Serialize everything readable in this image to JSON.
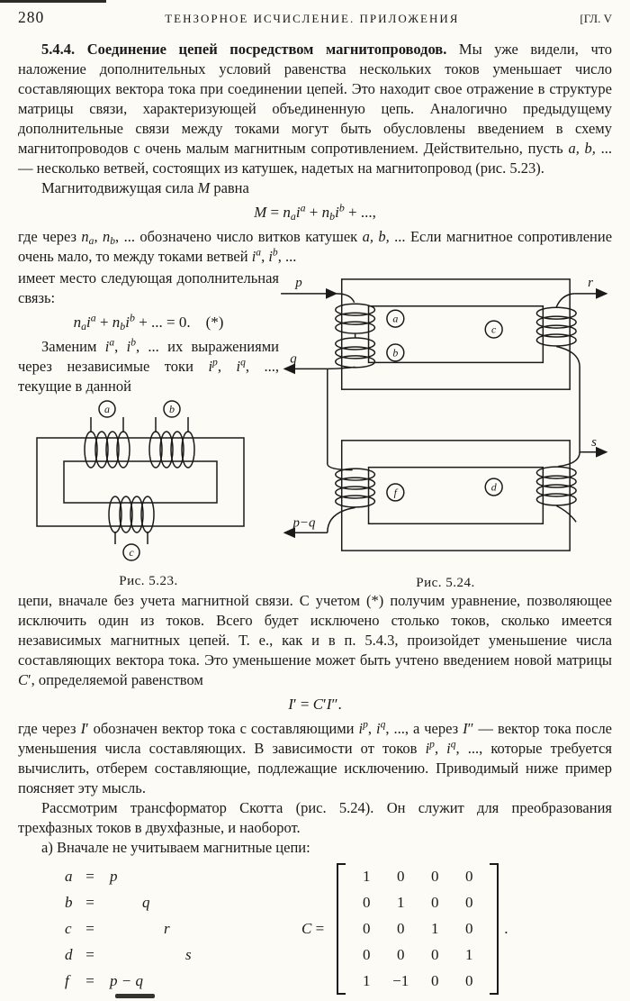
{
  "colors": {
    "paper": "#fcfbf5",
    "ink": "#1a1a1a"
  },
  "page": {
    "number": "280",
    "running_title": "ТЕНЗОРНОЕ ИСЧИСЛЕНИЕ. ПРИЛОЖЕНИЯ",
    "chapter": "[ГЛ. V"
  },
  "paragraphs": {
    "p1": [
      {
        "s": "5.4.4. Соединение цепей посредством магнитопроводов.",
        "f": "b"
      },
      {
        "s": " Мы уже видели, что наложение дополнительных условий равенства нескольких токов уменьшает число составляющих вектора тока при соединении цепей. Это находит свое отражение в структуре матрицы связи, характеризующей объединенную цепь. Аналогично предыдущему дополнительные связи между токами могут быть обусловлены введением в схему магнитопроводов с очень малым магнитным сопротивлением. Действительно, пусть "
      },
      {
        "s": "a, b,",
        "f": "i"
      },
      {
        "s": " ... — несколько ветвей, состоящих из катушек, надетых на магнитопровод (рис. 5.23)."
      }
    ],
    "p2": [
      {
        "s": "Магнитодвижущая сила "
      },
      {
        "s": "М",
        "f": "i"
      },
      {
        "s": " равна"
      }
    ],
    "p3": [
      {
        "s": "где через "
      },
      {
        "s": "n",
        "f": "i"
      },
      {
        "s": "a",
        "f": "i_"
      },
      {
        "s": ", "
      },
      {
        "s": "n",
        "f": "i"
      },
      {
        "s": "b",
        "f": "i_"
      },
      {
        "s": ", ... обозначено число витков катушек "
      },
      {
        "s": "a, b,",
        "f": "i"
      },
      {
        "s": " ... Если магнитное сопротивление очень мало, то между токами ветвей "
      },
      {
        "s": "i",
        "f": "i"
      },
      {
        "s": "a",
        "f": "i^"
      },
      {
        "s": ", "
      },
      {
        "s": "i",
        "f": "i"
      },
      {
        "s": "b",
        "f": "i^"
      },
      {
        "s": ", ..."
      }
    ],
    "p3b": [
      {
        "s": "имеет место следующая дополнительная связь:"
      }
    ],
    "p4": [
      {
        "s": "Заменим "
      },
      {
        "s": "i",
        "f": "i"
      },
      {
        "s": "a",
        "f": "i^"
      },
      {
        "s": ", "
      },
      {
        "s": "i",
        "f": "i"
      },
      {
        "s": "b",
        "f": "i^"
      },
      {
        "s": ", ... их выражениями через независимые токи "
      },
      {
        "s": "i",
        "f": "i"
      },
      {
        "s": "p",
        "f": "i^"
      },
      {
        "s": ", "
      },
      {
        "s": "i",
        "f": "i"
      },
      {
        "s": "q",
        "f": "i^"
      },
      {
        "s": ", ..., текущие в данной"
      }
    ],
    "p5": [
      {
        "s": "цепи, вначале без учета магнитной связи. С учетом (*) получим уравнение, позволяющее исключить один из токов. Всего будет исключено столько токов, сколько имеется независимых магнитных цепей. Т. е., как и в п. 5.4.3, произойдет уменьшение числа составляющих вектора тока. Это уменьшение может быть учтено введением новой матрицы "
      },
      {
        "s": "C",
        "f": "i"
      },
      {
        "s": "′, определяемой равенством"
      }
    ],
    "p6": [
      {
        "s": "где через "
      },
      {
        "s": "I",
        "f": "i"
      },
      {
        "s": "′ обозначен вектор тока с составляющими "
      },
      {
        "s": "i",
        "f": "i"
      },
      {
        "s": "p",
        "f": "i^"
      },
      {
        "s": ", "
      },
      {
        "s": "i",
        "f": "i"
      },
      {
        "s": "q",
        "f": "i^"
      },
      {
        "s": ", ..., а через "
      },
      {
        "s": "I",
        "f": "i"
      },
      {
        "s": "″ — вектор тока после уменьшения числа составляющих. В зависимости от токов "
      },
      {
        "s": "i",
        "f": "i"
      },
      {
        "s": "p",
        "f": "i^"
      },
      {
        "s": ", "
      },
      {
        "s": "i",
        "f": "i"
      },
      {
        "s": "q",
        "f": "i^"
      },
      {
        "s": ", ..., которые требуется вычислить, отберем составляющие, подлежащие исключению. Приводимый ниже пример поясняет эту мысль."
      }
    ],
    "p7": [
      {
        "s": "Рассмотрим трансформатор Скотта (рис. 5.24). Он служит для преобразования трехфазных токов в двухфазные, и наоборот."
      }
    ],
    "p8": [
      {
        "s": "а) Вначале не учитываем магнитные цепи:"
      }
    ]
  },
  "equations": {
    "mmf": [
      {
        "s": "M",
        "f": "i"
      },
      {
        "s": " = "
      },
      {
        "s": "n",
        "f": "i"
      },
      {
        "s": "a",
        "f": "i_"
      },
      {
        "s": "i",
        "f": "i"
      },
      {
        "s": "a",
        "f": "i^"
      },
      {
        "s": " + "
      },
      {
        "s": "n",
        "f": "i"
      },
      {
        "s": "b",
        "f": "i_"
      },
      {
        "s": "i",
        "f": "i"
      },
      {
        "s": "b",
        "f": "i^"
      },
      {
        "s": " + ...,"
      }
    ],
    "constraint": [
      {
        "s": "n",
        "f": "i"
      },
      {
        "s": "a",
        "f": "i_"
      },
      {
        "s": "i",
        "f": "i"
      },
      {
        "s": "a",
        "f": "i^"
      },
      {
        "s": " + "
      },
      {
        "s": "n",
        "f": "i"
      },
      {
        "s": "b",
        "f": "i_"
      },
      {
        "s": "i",
        "f": "i"
      },
      {
        "s": "b",
        "f": "i^"
      },
      {
        "s": " + ... = 0.    (*)"
      }
    ],
    "transform": [
      {
        "s": "I",
        "f": "i"
      },
      {
        "s": "′ = "
      },
      {
        "s": "C",
        "f": "i"
      },
      {
        "s": "′"
      },
      {
        "s": "I",
        "f": "i"
      },
      {
        "s": "″."
      }
    ]
  },
  "figures": {
    "fig23": {
      "caption": "Рис. 5.23.",
      "coil_labels": {
        "a": "a",
        "b": "b",
        "c": "c"
      }
    },
    "fig24": {
      "caption": "Рис. 5.24.",
      "coil_labels": {
        "a": "a",
        "b": "b",
        "c": "c",
        "d": "d",
        "f": "f"
      },
      "current_labels": {
        "p": "p",
        "q": "q",
        "r": "r",
        "s": "s",
        "p_minus_q": "p−q"
      }
    }
  },
  "system": {
    "eq": "=",
    "lines": [
      {
        "lhs": "a",
        "rhs": "p"
      },
      {
        "lhs": "b",
        "rhs": "q"
      },
      {
        "lhs": "c",
        "rhs": "r"
      },
      {
        "lhs": "d",
        "rhs": "s"
      },
      {
        "lhs": "f",
        "rhs": "p − q"
      }
    ],
    "c_label": [
      {
        "s": "C",
        "f": "i"
      },
      {
        "s": " ="
      }
    ],
    "matrix": [
      [
        "1",
        "0",
        "0",
        "0"
      ],
      [
        "0",
        "1",
        "0",
        "0"
      ],
      [
        "0",
        "0",
        "1",
        "0"
      ],
      [
        "0",
        "0",
        "0",
        "1"
      ],
      [
        "1",
        "−1",
        "0",
        "0"
      ]
    ],
    "period": "."
  }
}
